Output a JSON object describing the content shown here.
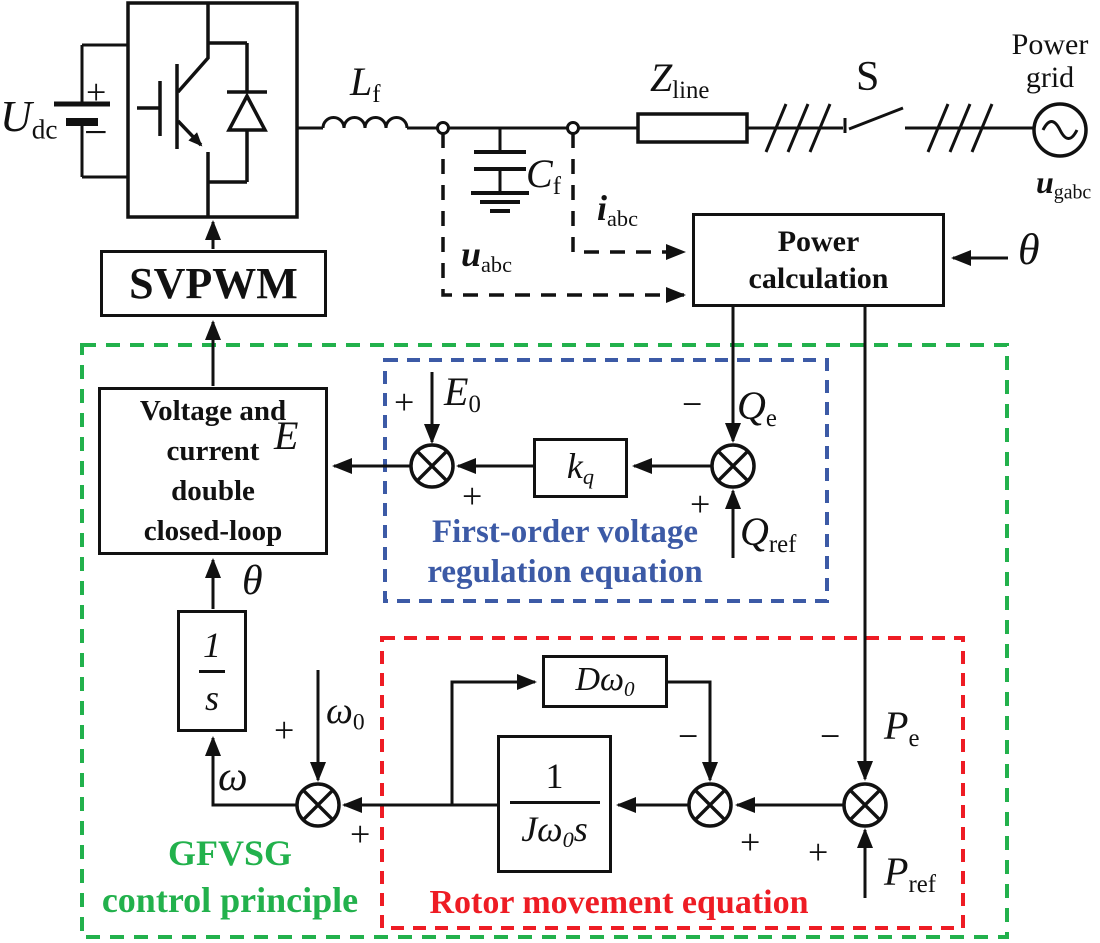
{
  "colors": {
    "region_green": "#22b14c",
    "region_blue": "#3c5aa6",
    "region_red": "#ee1c24",
    "line_black": "#111111"
  },
  "circuit": {
    "dc_source": {
      "main": "U",
      "sub": "dc"
    },
    "battery_plus": "+",
    "battery_minus": "−",
    "filter_inductor": {
      "main": "L",
      "sub": "f"
    },
    "filter_capacitor": {
      "main": "C",
      "sub": "f"
    },
    "cap_voltage": {
      "main": "u",
      "sub": "abc"
    },
    "line_current": {
      "main": "i",
      "sub": "abc"
    },
    "line_impedance": {
      "main": "Z",
      "sub": "line"
    },
    "switch_label": "S",
    "grid_name": {
      "line1": "Power",
      "line2": "grid"
    },
    "grid_voltage": {
      "main": "u",
      "sub": "gabc"
    }
  },
  "blocks": {
    "svpwm": "SVPWM",
    "power_calc": {
      "line1": "Power",
      "line2": "calculation"
    },
    "voltage_loop": {
      "line1": "Voltage and",
      "line2": "current",
      "line3": "double",
      "line4": "closed-loop"
    },
    "kq": {
      "main": "k",
      "sub": "q"
    },
    "integrator": {
      "num": "1",
      "den": "s"
    },
    "damping": {
      "main": "Dω",
      "sub": "0"
    },
    "inertia": {
      "num": "1",
      "den_main": "Jω",
      "den_sub": "0",
      "den_tail": "s"
    }
  },
  "signals": {
    "theta": "θ",
    "omega": "ω",
    "omega0": {
      "main": "ω",
      "sub": "0"
    },
    "e": "E",
    "e0": {
      "main": "E",
      "sub": "0"
    },
    "qe": {
      "main": "Q",
      "sub": "e"
    },
    "qref": {
      "main": "Q",
      "sub": "ref"
    },
    "pe": {
      "main": "P",
      "sub": "e"
    },
    "pref": {
      "main": "P",
      "sub": "ref"
    },
    "plus": "+",
    "minus": "−"
  },
  "regions": {
    "gfvsg": {
      "line1": "GFVSG",
      "line2": "control principle"
    },
    "voltage_reg": {
      "line1": "First-order voltage",
      "line2": "regulation equation"
    },
    "rotor": {
      "label": "Rotor movement equation"
    }
  }
}
